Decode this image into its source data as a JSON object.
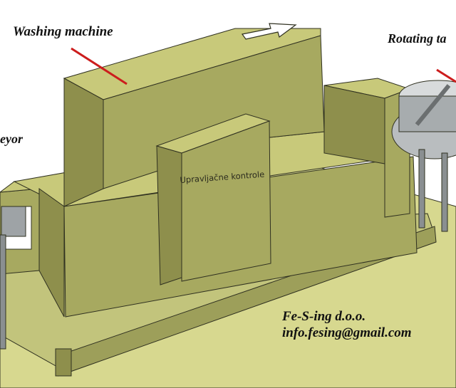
{
  "labels": {
    "washing_machine": "Washing machine",
    "rotating_table": "Rotating ta",
    "conveyor": "eyor",
    "control_panel": "Upravljačne kontrole",
    "company": "Fe-S-ing d.o.o.",
    "email": "info.fesing@gmail.com"
  },
  "colors": {
    "body_front": "#a7a960",
    "body_top": "#c8c97a",
    "body_side": "#8e8f4c",
    "floor": "#d7d88f",
    "edge": "#2f3020",
    "pointer": "#cc1d1d",
    "steel": "#9ea3a6"
  },
  "icons": {
    "direction_arrow": "arrow-right-icon"
  }
}
